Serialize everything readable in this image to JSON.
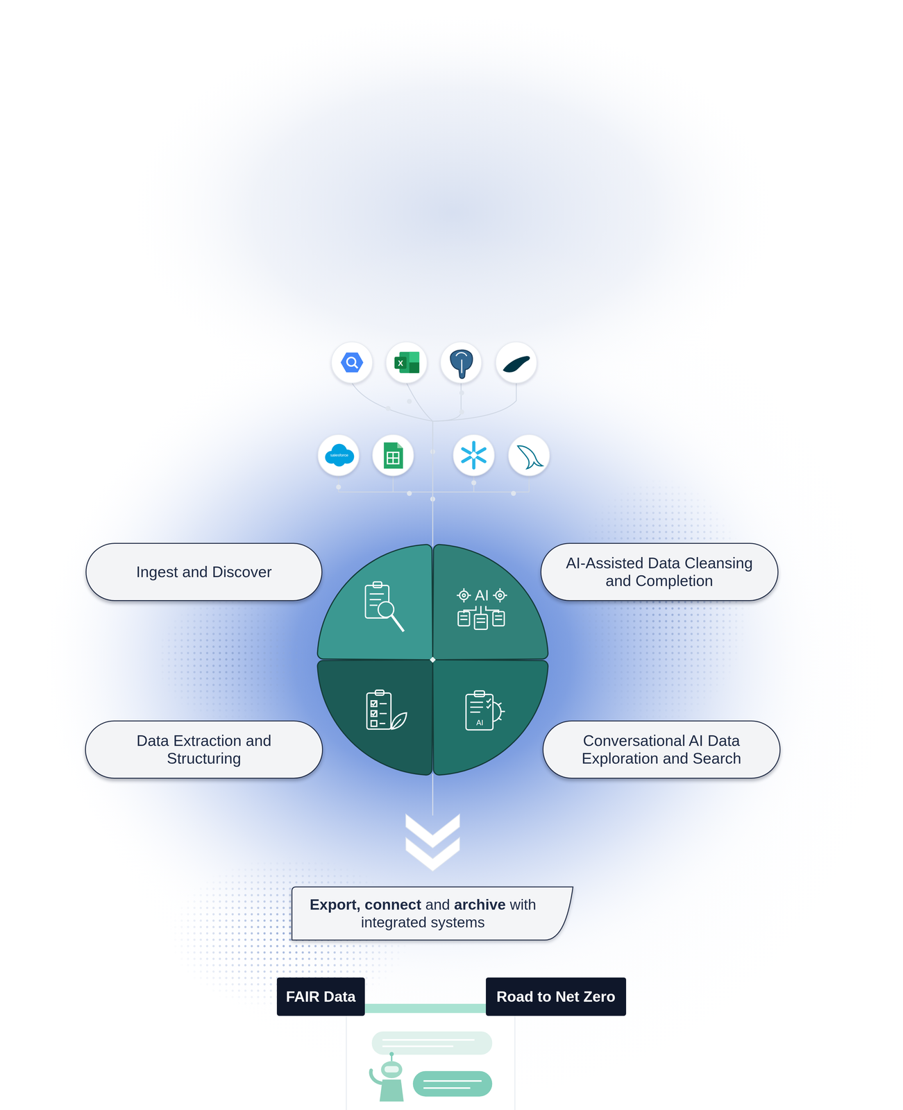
{
  "diagram": {
    "nodes": [
      {
        "text": [
          "Ingest and Discover"
        ]
      },
      {
        "text": [
          "AI-Assisted Data Cleansing and Completion"
        ]
      },
      {
        "text": [
          "Data Extraction and Structuring"
        ]
      },
      {
        "text": [
          "Conversational AI Data Exploration and Search"
        ]
      },
      {
        "text": [
          "Export, connect and archive with integrated systems"
        ]
      },
      {
        "text": [
          "FAIR Data"
        ]
      },
      {
        "text": [
          "Road to Net Zero"
        ]
      }
    ],
    "labels": [
      "salesforce",
      "X",
      "AI",
      "AI"
    ]
  }
}
